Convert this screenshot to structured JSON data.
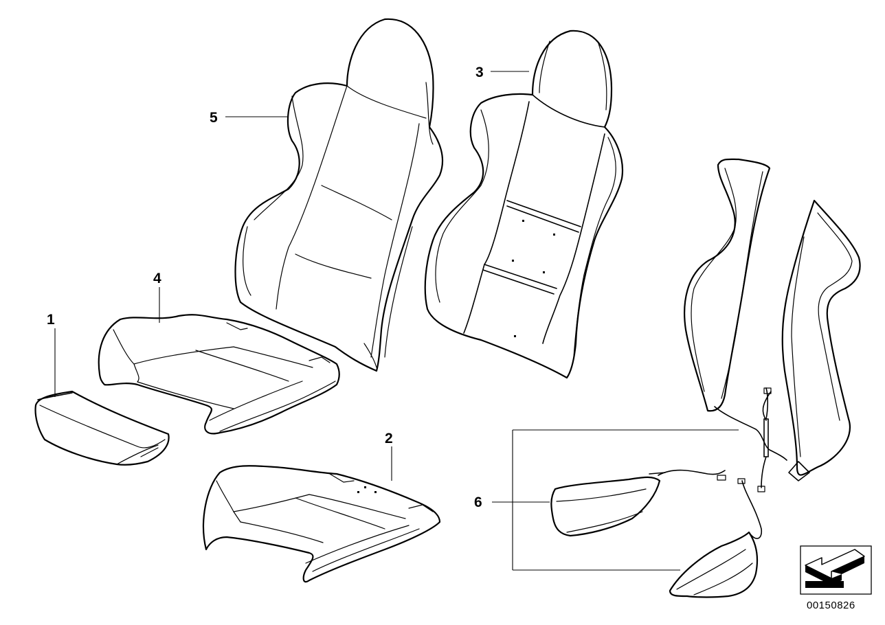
{
  "callouts": {
    "c1": "1",
    "c2": "2",
    "c3": "3",
    "c4": "4",
    "c5": "5",
    "c6": "6"
  },
  "document_id": "00150826",
  "icons": {
    "direction_arrow": "arrow-icon"
  },
  "colors": {
    "line": "#000000",
    "background": "#ffffff"
  }
}
